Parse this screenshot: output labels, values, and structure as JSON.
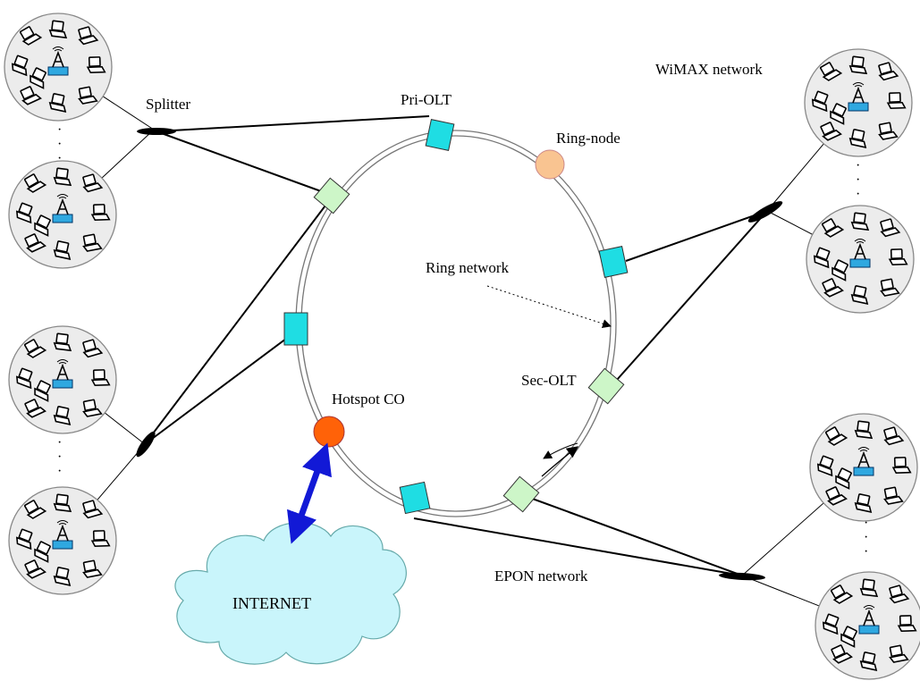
{
  "labels": {
    "splitter": "Splitter",
    "pri_olt": "Pri-OLT",
    "ring_node": "Ring-node",
    "wimax_network": "WiMAX network",
    "ring_network": "Ring network",
    "sec_olt": "Sec-OLT",
    "hotspot_co": "Hotspot CO",
    "epon_network": "EPON network",
    "internet": "INTERNET"
  },
  "colors": {
    "pri_olt": "#1fdde3",
    "sec_olt": "#cdf6c8",
    "ring_node": "#f9c491",
    "hotspot_co": "#ff6208",
    "cloud": "#c9f5fb",
    "internet_link": "#1219d6",
    "cell": "#ececec"
  },
  "icons": {
    "cell_station": "wireless-tower-icon",
    "laptop": "laptop-icon"
  }
}
